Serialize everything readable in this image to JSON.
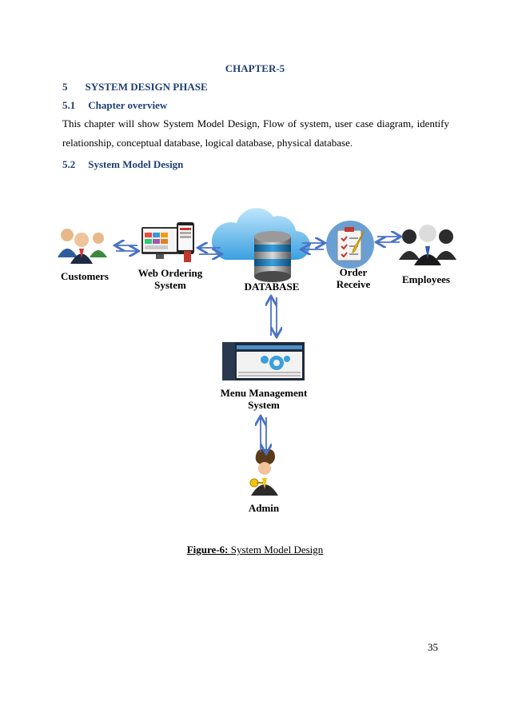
{
  "chapter": "CHAPTER-5",
  "section5": {
    "number": "5",
    "title": "SYSTEM DESIGN PHASE"
  },
  "section51": {
    "number": "5.1",
    "title": "Chapter overview"
  },
  "overview_text": "This chapter will show System Model Design, Flow of system, user case diagram, identify relationship, conceptual database, logical database, physical database.",
  "section52": {
    "number": "5.2",
    "title": "System Model Design"
  },
  "diagram": {
    "customers": "Customers",
    "web_ordering_1": "Web Ordering",
    "web_ordering_2": "System",
    "database": "DATABASE",
    "order_receive_1": "Order",
    "order_receive_2": "Receive",
    "employees": "Employees",
    "menu_mgmt_1": "Menu Management",
    "menu_mgmt_2": "System",
    "admin": "Admin"
  },
  "caption": {
    "label": "Figure-6:",
    "text": " System Model Design"
  },
  "page_number": "35",
  "colors": {
    "heading": "#1f3f74",
    "arrow": "#4a72c4"
  }
}
